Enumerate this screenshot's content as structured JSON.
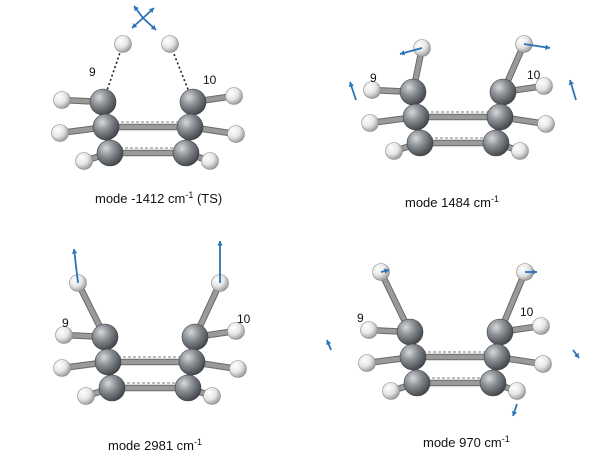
{
  "panels": [
    {
      "caption_prefix": "mode  -1412 cm",
      "caption_sup": "-1",
      "caption_suffix": " (TS)",
      "label_left": "9",
      "label_right": "10"
    },
    {
      "caption_prefix": "mode 1484 cm",
      "caption_sup": "-1",
      "caption_suffix": "",
      "label_left": "9",
      "label_right": "10"
    },
    {
      "caption_prefix": "mode 2981 cm",
      "caption_sup": "-1",
      "caption_suffix": "",
      "label_left": "9",
      "label_right": "10"
    },
    {
      "caption_prefix": "mode 970 cm",
      "caption_sup": "-1",
      "caption_suffix": "",
      "label_left": "9",
      "label_right": "10"
    }
  ],
  "colors": {
    "carbon": "#7a7f83",
    "hydrogen": "#e8e8e8",
    "vector": "#2a73b8",
    "bond": "#9a9a9a"
  }
}
